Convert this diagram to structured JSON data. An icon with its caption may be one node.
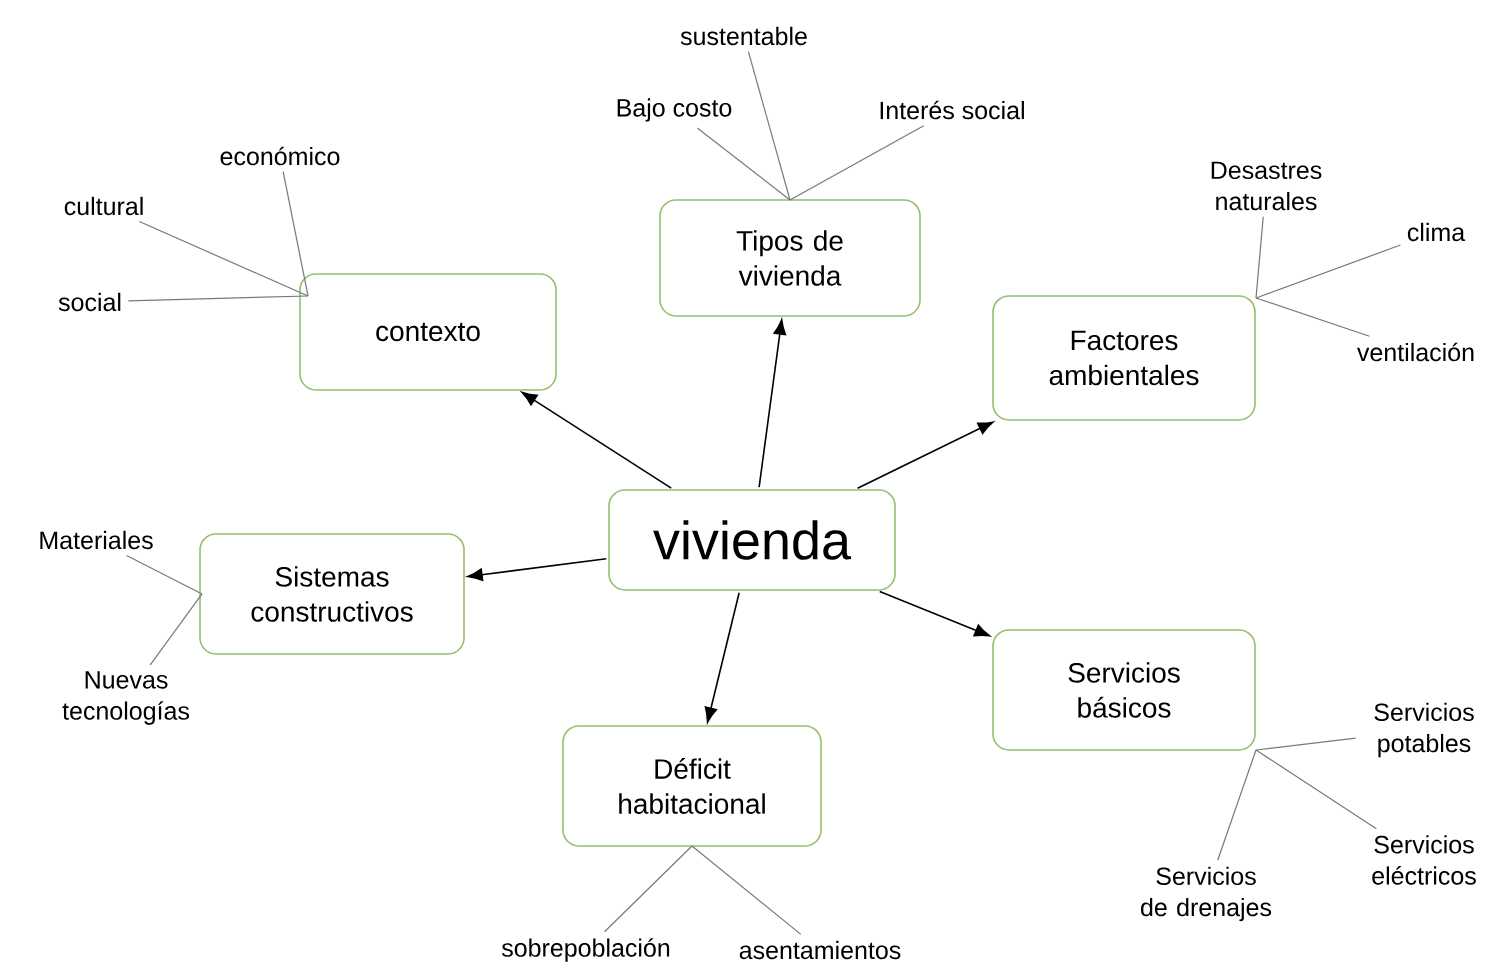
{
  "diagram": {
    "nodes": [
      {
        "text": [
          "vivienda"
        ]
      },
      {
        "text": [
          "contexto"
        ]
      },
      {
        "text": [
          "Tipos de vivienda"
        ]
      },
      {
        "text": [
          "Factores ambientales"
        ]
      },
      {
        "text": [
          "Sistemas constructivos"
        ]
      },
      {
        "text": [
          "Servicios básicos"
        ]
      },
      {
        "text": [
          "Déficit habitacional"
        ]
      },
      {
        "text": [
          "económico"
        ]
      },
      {
        "text": [
          "cultural"
        ]
      },
      {
        "text": [
          "social"
        ]
      },
      {
        "text": [
          "sustentable"
        ]
      },
      {
        "text": [
          "Bajo costo"
        ]
      },
      {
        "text": [
          "Interés social"
        ]
      },
      {
        "text": [
          "Desastres naturales"
        ]
      },
      {
        "text": [
          "clima"
        ]
      },
      {
        "text": [
          "ventilación"
        ]
      },
      {
        "text": [
          "Materiales"
        ]
      },
      {
        "text": [
          "Nuevas tecnologías"
        ]
      },
      {
        "text": [
          "Servicios potables"
        ]
      },
      {
        "text": [
          "Servicios eléctricos"
        ]
      },
      {
        "text": [
          "Servicios de drenajes"
        ]
      },
      {
        "text": [
          "sobrepoblación"
        ]
      },
      {
        "text": [
          "asentamientos"
        ]
      }
    ],
    "edges": [
      {
        "from": 0,
        "to": 1,
        "arrow": "to",
        "color": "#000000"
      },
      {
        "from": 0,
        "to": 2,
        "arrow": "to",
        "color": "#000000"
      },
      {
        "from": 0,
        "to": 3,
        "arrow": "to",
        "color": "#000000"
      },
      {
        "from": 0,
        "to": 4,
        "arrow": "to",
        "color": "#000000"
      },
      {
        "from": 0,
        "to": 5,
        "arrow": "to",
        "color": "#000000"
      },
      {
        "from": 0,
        "to": 6,
        "arrow": "to",
        "color": "#000000"
      },
      {
        "from": 7,
        "to": 1,
        "arrow": "none"
      },
      {
        "from": 8,
        "to": 1,
        "arrow": "none"
      },
      {
        "from": 9,
        "to": 1,
        "arrow": "none"
      },
      {
        "from": 10,
        "to": 2,
        "arrow": "none"
      },
      {
        "from": 11,
        "to": 2,
        "arrow": "none"
      },
      {
        "from": 12,
        "to": 2,
        "arrow": "none"
      },
      {
        "from": 13,
        "to": 3,
        "arrow": "none"
      },
      {
        "from": 14,
        "to": 3,
        "arrow": "none"
      },
      {
        "from": 15,
        "to": 3,
        "arrow": "none"
      },
      {
        "from": 16,
        "to": 4,
        "arrow": "none"
      },
      {
        "from": 17,
        "to": 4,
        "arrow": "none"
      },
      {
        "from": 18,
        "to": 5,
        "arrow": "none"
      },
      {
        "from": 19,
        "to": 5,
        "arrow": "none"
      },
      {
        "from": 20,
        "to": 5,
        "arrow": "none"
      },
      {
        "from": 21,
        "to": 6,
        "arrow": "none"
      },
      {
        "from": 22,
        "to": 6,
        "arrow": "none"
      }
    ]
  }
}
